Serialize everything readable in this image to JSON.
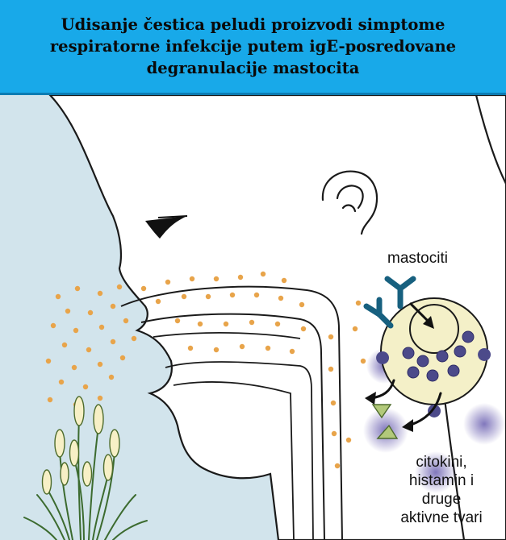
{
  "title": "Udisanje čestica peludi proizvodi simptome\nrespiratorne infekcije putem igE-posredovane\ndegranulacije mastocita",
  "labels": {
    "mast_cells": "mastociti",
    "products": "citokini,\nhistamin i\ndruge\naktivne tvari"
  },
  "colors": {
    "header_bg": "#18a9e9",
    "sky_bg": "#d2e4ec",
    "pollen": "#e8a44a",
    "antibody": "#17607f",
    "mast_cell": "#f4f0c8",
    "granule": "#4c4a8a",
    "product_triangle": "#b2c97a"
  },
  "icons": {
    "eye": "eye-icon",
    "ear": "ear-icon",
    "plant": "grass-plant-icon",
    "antibody": "antibody-y-icon",
    "arrow": "curved-arrow-icon"
  }
}
